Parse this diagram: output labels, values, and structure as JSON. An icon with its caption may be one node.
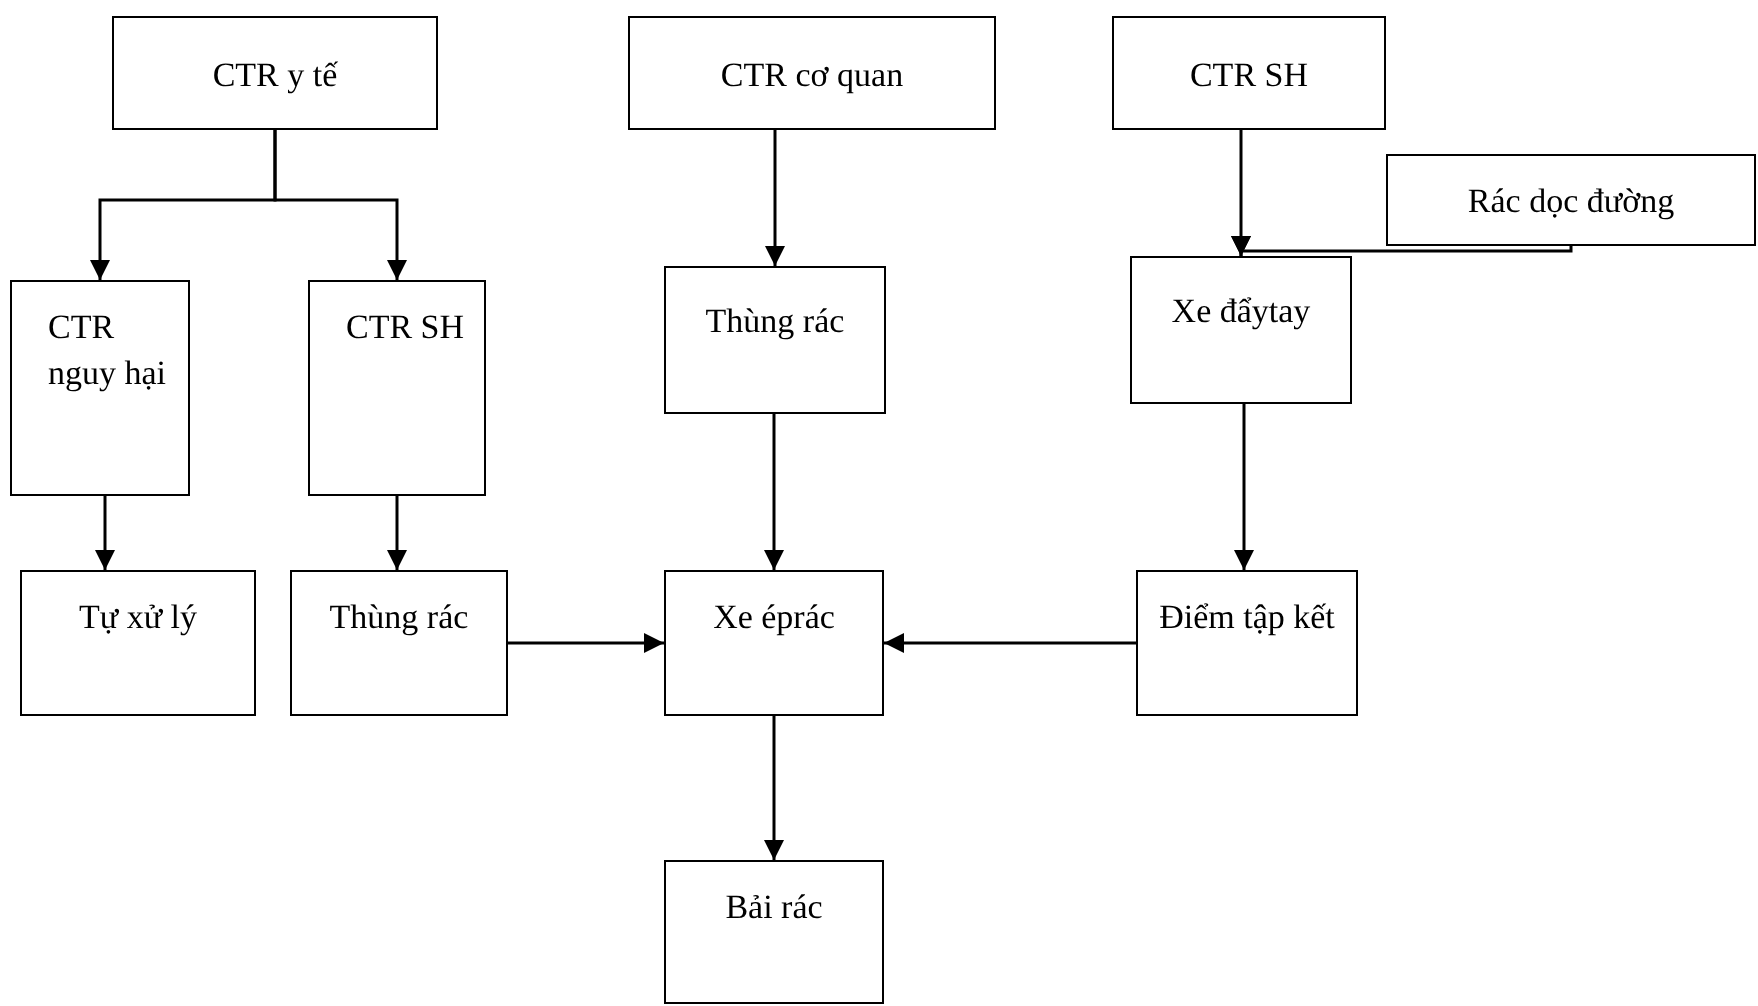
{
  "diagram": {
    "nodes": [
      {
        "text": [
          "CTR y tế"
        ]
      },
      {
        "text": [
          "CTR cơ quan"
        ]
      },
      {
        "text": [
          "CTR SH"
        ]
      },
      {
        "text": [
          "Rác dọc đường"
        ]
      },
      {
        "text": [
          "CTR nguy hại"
        ]
      },
      {
        "text": [
          "CTR SH"
        ]
      },
      {
        "text": [
          "Thùng rác"
        ]
      },
      {
        "text": [
          "Xe đẩytay"
        ]
      },
      {
        "text": [
          "Tự xử lý"
        ]
      },
      {
        "text": [
          "Thùng rác"
        ]
      },
      {
        "text": [
          "Xe éprác"
        ]
      },
      {
        "text": [
          "Điểm tập kết"
        ]
      },
      {
        "text": [
          "Bải rác"
        ]
      }
    ],
    "edges": [
      {
        "from": 0,
        "to": 4,
        "arrow": "to"
      },
      {
        "from": 0,
        "to": 5,
        "arrow": "to"
      },
      {
        "from": 1,
        "to": 6,
        "arrow": "to"
      },
      {
        "from": 2,
        "to": 7,
        "arrow": "to"
      },
      {
        "from": 3,
        "to": 7,
        "arrow": "to"
      },
      {
        "from": 4,
        "to": 8,
        "arrow": "to"
      },
      {
        "from": 5,
        "to": 9,
        "arrow": "to"
      },
      {
        "from": 6,
        "to": 10,
        "arrow": "to"
      },
      {
        "from": 9,
        "to": 10,
        "arrow": "to"
      },
      {
        "from": 11,
        "to": 10,
        "arrow": "to"
      },
      {
        "from": 7,
        "to": 11,
        "arrow": "to"
      },
      {
        "from": 10,
        "to": 12,
        "arrow": "to"
      }
    ]
  }
}
